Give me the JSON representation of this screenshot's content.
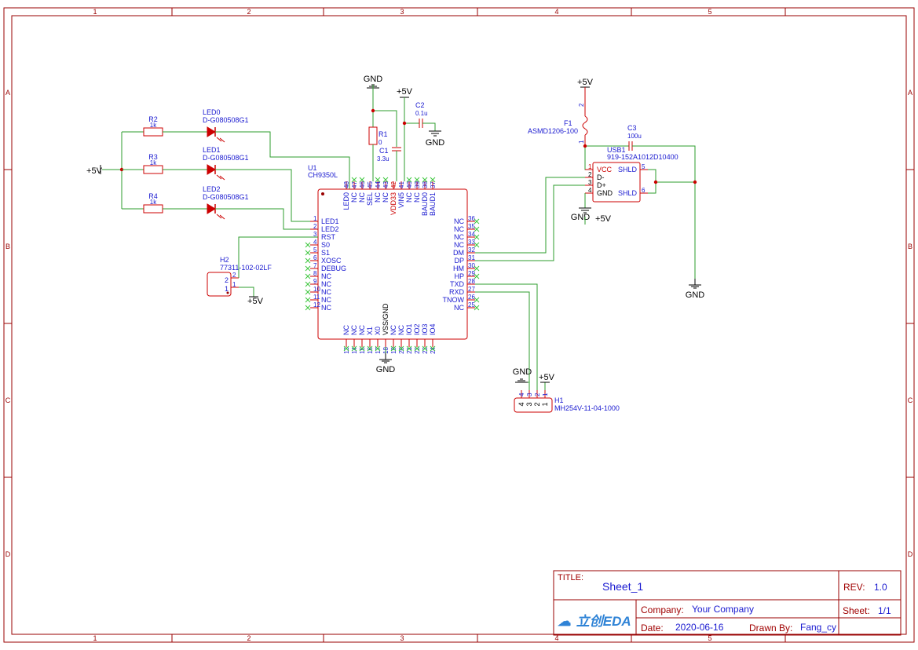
{
  "frame": {
    "columns": [
      "1",
      "2",
      "3",
      "4",
      "5"
    ],
    "rows": [
      "A",
      "B",
      "C",
      "D"
    ]
  },
  "colors": {
    "frame": "#990000",
    "wire": "#2e9e2e",
    "label": "#1a1ad0",
    "junction": "#cc0000",
    "pin_nc": "#3cc63c",
    "power": "#000000"
  },
  "resistors": [
    {
      "ref": "R2",
      "value": "1k"
    },
    {
      "ref": "R3",
      "value": "1k"
    },
    {
      "ref": "R4",
      "value": "1k"
    },
    {
      "ref": "R1",
      "value": "0"
    }
  ],
  "leds": [
    {
      "ref": "LED0",
      "part": "D-G080508G1"
    },
    {
      "ref": "LED1",
      "part": "D-G080508G1"
    },
    {
      "ref": "LED2",
      "part": "D-G080508G1"
    }
  ],
  "capacitors": [
    {
      "ref": "C2",
      "value": "0.1u"
    },
    {
      "ref": "C1",
      "value": "3.3u"
    },
    {
      "ref": "C3",
      "value": "100u"
    }
  ],
  "fuse": {
    "ref": "F1",
    "part": "ASMD1206-100",
    "pins": [
      "2",
      "1"
    ]
  },
  "usb": {
    "ref": "USB1",
    "part": "919-152A1012D10400",
    "pins_left": [
      {
        "num": "1",
        "name": "VCC"
      },
      {
        "num": "2",
        "name": "D-"
      },
      {
        "num": "3",
        "name": "D+"
      },
      {
        "num": "4",
        "name": "GND"
      }
    ],
    "pins_right": [
      {
        "num": "5",
        "name": "SHLD"
      },
      {
        "num": "6",
        "name": "SHLD"
      }
    ]
  },
  "ic": {
    "ref": "U1",
    "part": "CH9350L",
    "left": [
      {
        "num": "1",
        "name": "LED1"
      },
      {
        "num": "2",
        "name": "LED2"
      },
      {
        "num": "3",
        "name": "RST"
      },
      {
        "num": "4",
        "name": "S0"
      },
      {
        "num": "5",
        "name": "S1"
      },
      {
        "num": "6",
        "name": "XOSC"
      },
      {
        "num": "7",
        "name": "DEBUG"
      },
      {
        "num": "8",
        "name": "NC"
      },
      {
        "num": "9",
        "name": "NC"
      },
      {
        "num": "10",
        "name": "NC"
      },
      {
        "num": "11",
        "name": "NC"
      },
      {
        "num": "12",
        "name": "NC"
      }
    ],
    "right": [
      {
        "num": "36",
        "name": "NC"
      },
      {
        "num": "35",
        "name": "NC"
      },
      {
        "num": "34",
        "name": "NC"
      },
      {
        "num": "33",
        "name": "NC"
      },
      {
        "num": "32",
        "name": "DM"
      },
      {
        "num": "31",
        "name": "DP"
      },
      {
        "num": "30",
        "name": "HM"
      },
      {
        "num": "29",
        "name": "HP"
      },
      {
        "num": "28",
        "name": "TXD"
      },
      {
        "num": "27",
        "name": "RXD"
      },
      {
        "num": "26",
        "name": "TNOW"
      },
      {
        "num": "25",
        "name": "NC"
      }
    ],
    "top": [
      {
        "num": "48",
        "name": "LED0"
      },
      {
        "num": "47",
        "name": "NC"
      },
      {
        "num": "46",
        "name": "NC"
      },
      {
        "num": "45",
        "name": "SEL"
      },
      {
        "num": "44",
        "name": "NC"
      },
      {
        "num": "43",
        "name": "NC"
      },
      {
        "num": "42",
        "name": "VDD33"
      },
      {
        "num": "41",
        "name": "VIN5"
      },
      {
        "num": "40",
        "name": "NC"
      },
      {
        "num": "39",
        "name": "NC"
      },
      {
        "num": "38",
        "name": "BAUD0"
      },
      {
        "num": "37",
        "name": "BAUD1"
      }
    ],
    "bottom": [
      {
        "num": "13",
        "name": "NC"
      },
      {
        "num": "14",
        "name": "NC"
      },
      {
        "num": "15",
        "name": "NC"
      },
      {
        "num": "16",
        "name": "X1"
      },
      {
        "num": "17",
        "name": "X0"
      },
      {
        "num": "18",
        "name": "VSS/GND"
      },
      {
        "num": "19",
        "name": "NC"
      },
      {
        "num": "20",
        "name": "NC"
      },
      {
        "num": "21",
        "name": "IO1"
      },
      {
        "num": "22",
        "name": "IO2"
      },
      {
        "num": "23",
        "name": "IO3"
      },
      {
        "num": "24",
        "name": "IO4"
      }
    ]
  },
  "h2": {
    "ref": "H2",
    "part": "77311-102-02LF",
    "pins": [
      "2",
      "1"
    ]
  },
  "h1": {
    "ref": "H1",
    "part": "MH254V-11-04-1000",
    "pins": [
      "4",
      "3",
      "2",
      "1"
    ]
  },
  "power_labels": {
    "gnd": "GND",
    "vcc": "+5V"
  },
  "title_block": {
    "title_label": "TITLE:",
    "title": "Sheet_1",
    "rev_label": "REV:",
    "rev": "1.0",
    "company_label": "Company:",
    "company": "Your Company",
    "sheet_label": "Sheet:",
    "sheet": "1/1",
    "date_label": "Date:",
    "date": "2020-06-16",
    "drawn_label": "Drawn By:",
    "drawn": "Fang_cy",
    "logo": "立创EDA"
  }
}
